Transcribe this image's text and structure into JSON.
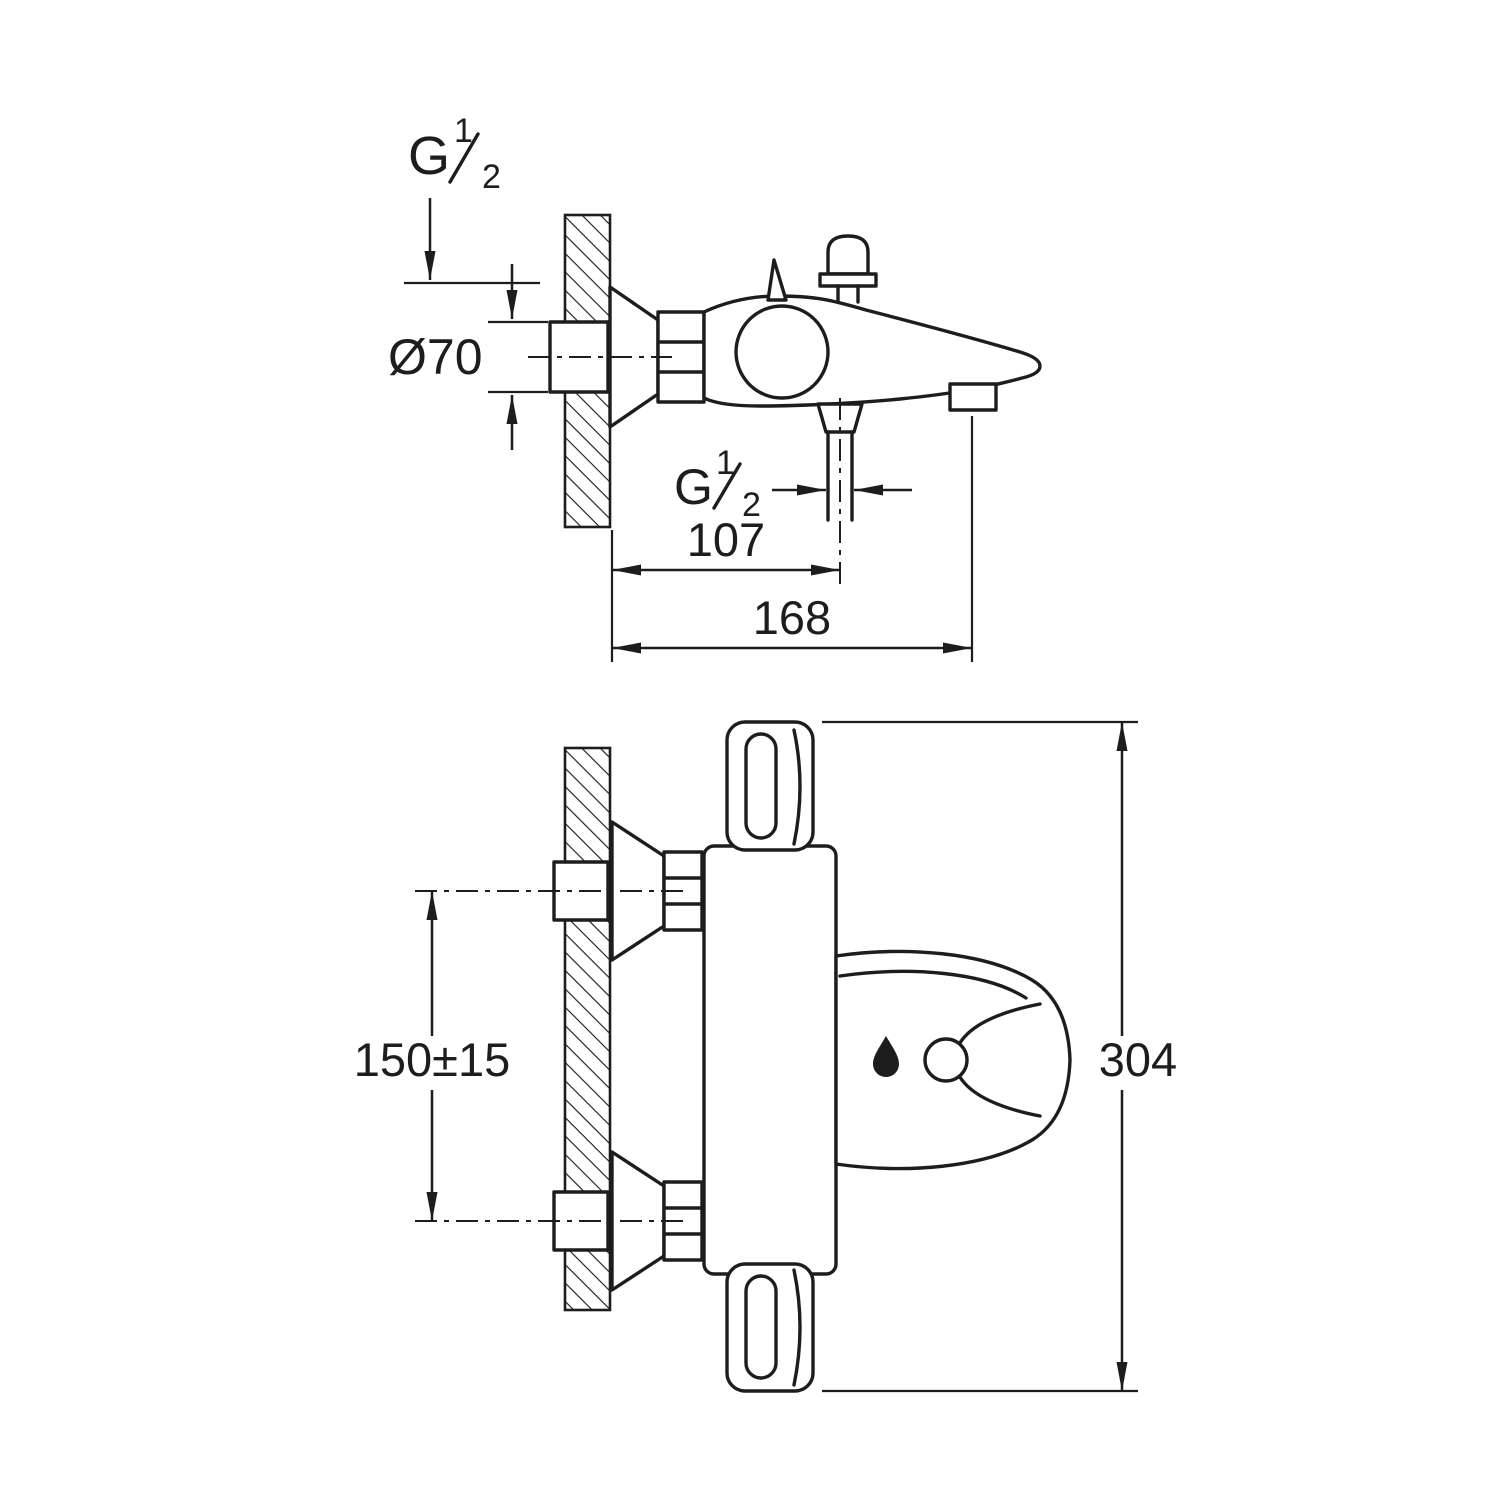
{
  "page": {
    "background": "#ffffff",
    "line_color": "#1d1d1d",
    "description": "Technical dimensional drawing of a wall-mounted thermostatic bath/shower mixer, side view and rotated front view"
  },
  "side_view": {
    "inlet_thread": {
      "base": "G",
      "numerator": "1",
      "denominator": "2"
    },
    "escutcheon_diameter": "Ø70",
    "hose_thread": {
      "base": "G",
      "numerator": "1",
      "denominator": "2"
    },
    "dim_wall_to_hose": "107",
    "dim_wall_to_spout": "168"
  },
  "front_view": {
    "dim_inlet_spacing": "150±15",
    "dim_overall_length": "304"
  }
}
